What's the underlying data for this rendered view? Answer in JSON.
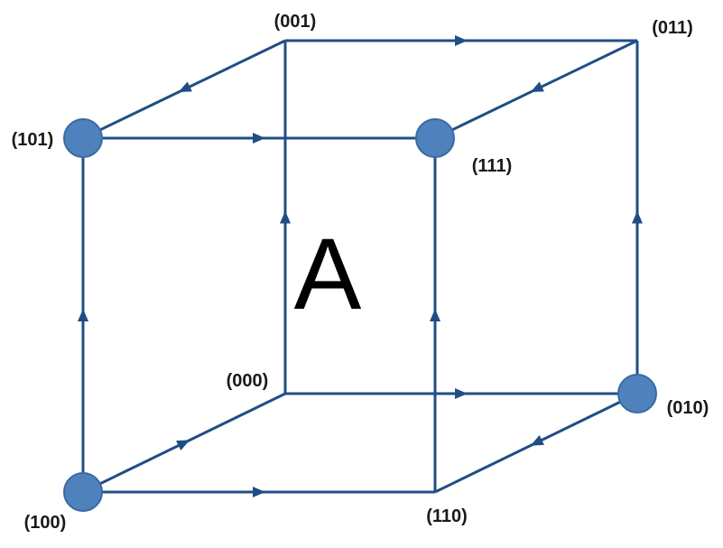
{
  "diagram": {
    "panel_label": "A",
    "colors": {
      "edge": "#1f4e86",
      "node_fill": "#4f81bd",
      "node_stroke": "#3a6aa0",
      "label": "#1a1a1a"
    },
    "vertices": {
      "v000": {
        "label": "(000)",
        "marked": false
      },
      "v001": {
        "label": "(001)",
        "marked": false
      },
      "v011": {
        "label": "(011)",
        "marked": false
      },
      "v101": {
        "label": "(101)",
        "marked": true
      },
      "v111": {
        "label": "(111)",
        "marked": true
      },
      "v010": {
        "label": "(010)",
        "marked": true
      },
      "v100": {
        "label": "(100)",
        "marked": true
      },
      "v110": {
        "label": "(110)",
        "marked": false
      }
    },
    "edges": [
      {
        "from": "v001",
        "to": "v011"
      },
      {
        "from": "v001",
        "to": "v101"
      },
      {
        "from": "v011",
        "to": "v111"
      },
      {
        "from": "v101",
        "to": "v111"
      },
      {
        "from": "v100",
        "to": "v101"
      },
      {
        "from": "v000",
        "to": "v001"
      },
      {
        "from": "v110",
        "to": "v111"
      },
      {
        "from": "v010",
        "to": "v011"
      },
      {
        "from": "v000",
        "to": "v010"
      },
      {
        "from": "v100",
        "to": "v000"
      },
      {
        "from": "v100",
        "to": "v110"
      },
      {
        "from": "v010",
        "to": "v110"
      }
    ]
  }
}
